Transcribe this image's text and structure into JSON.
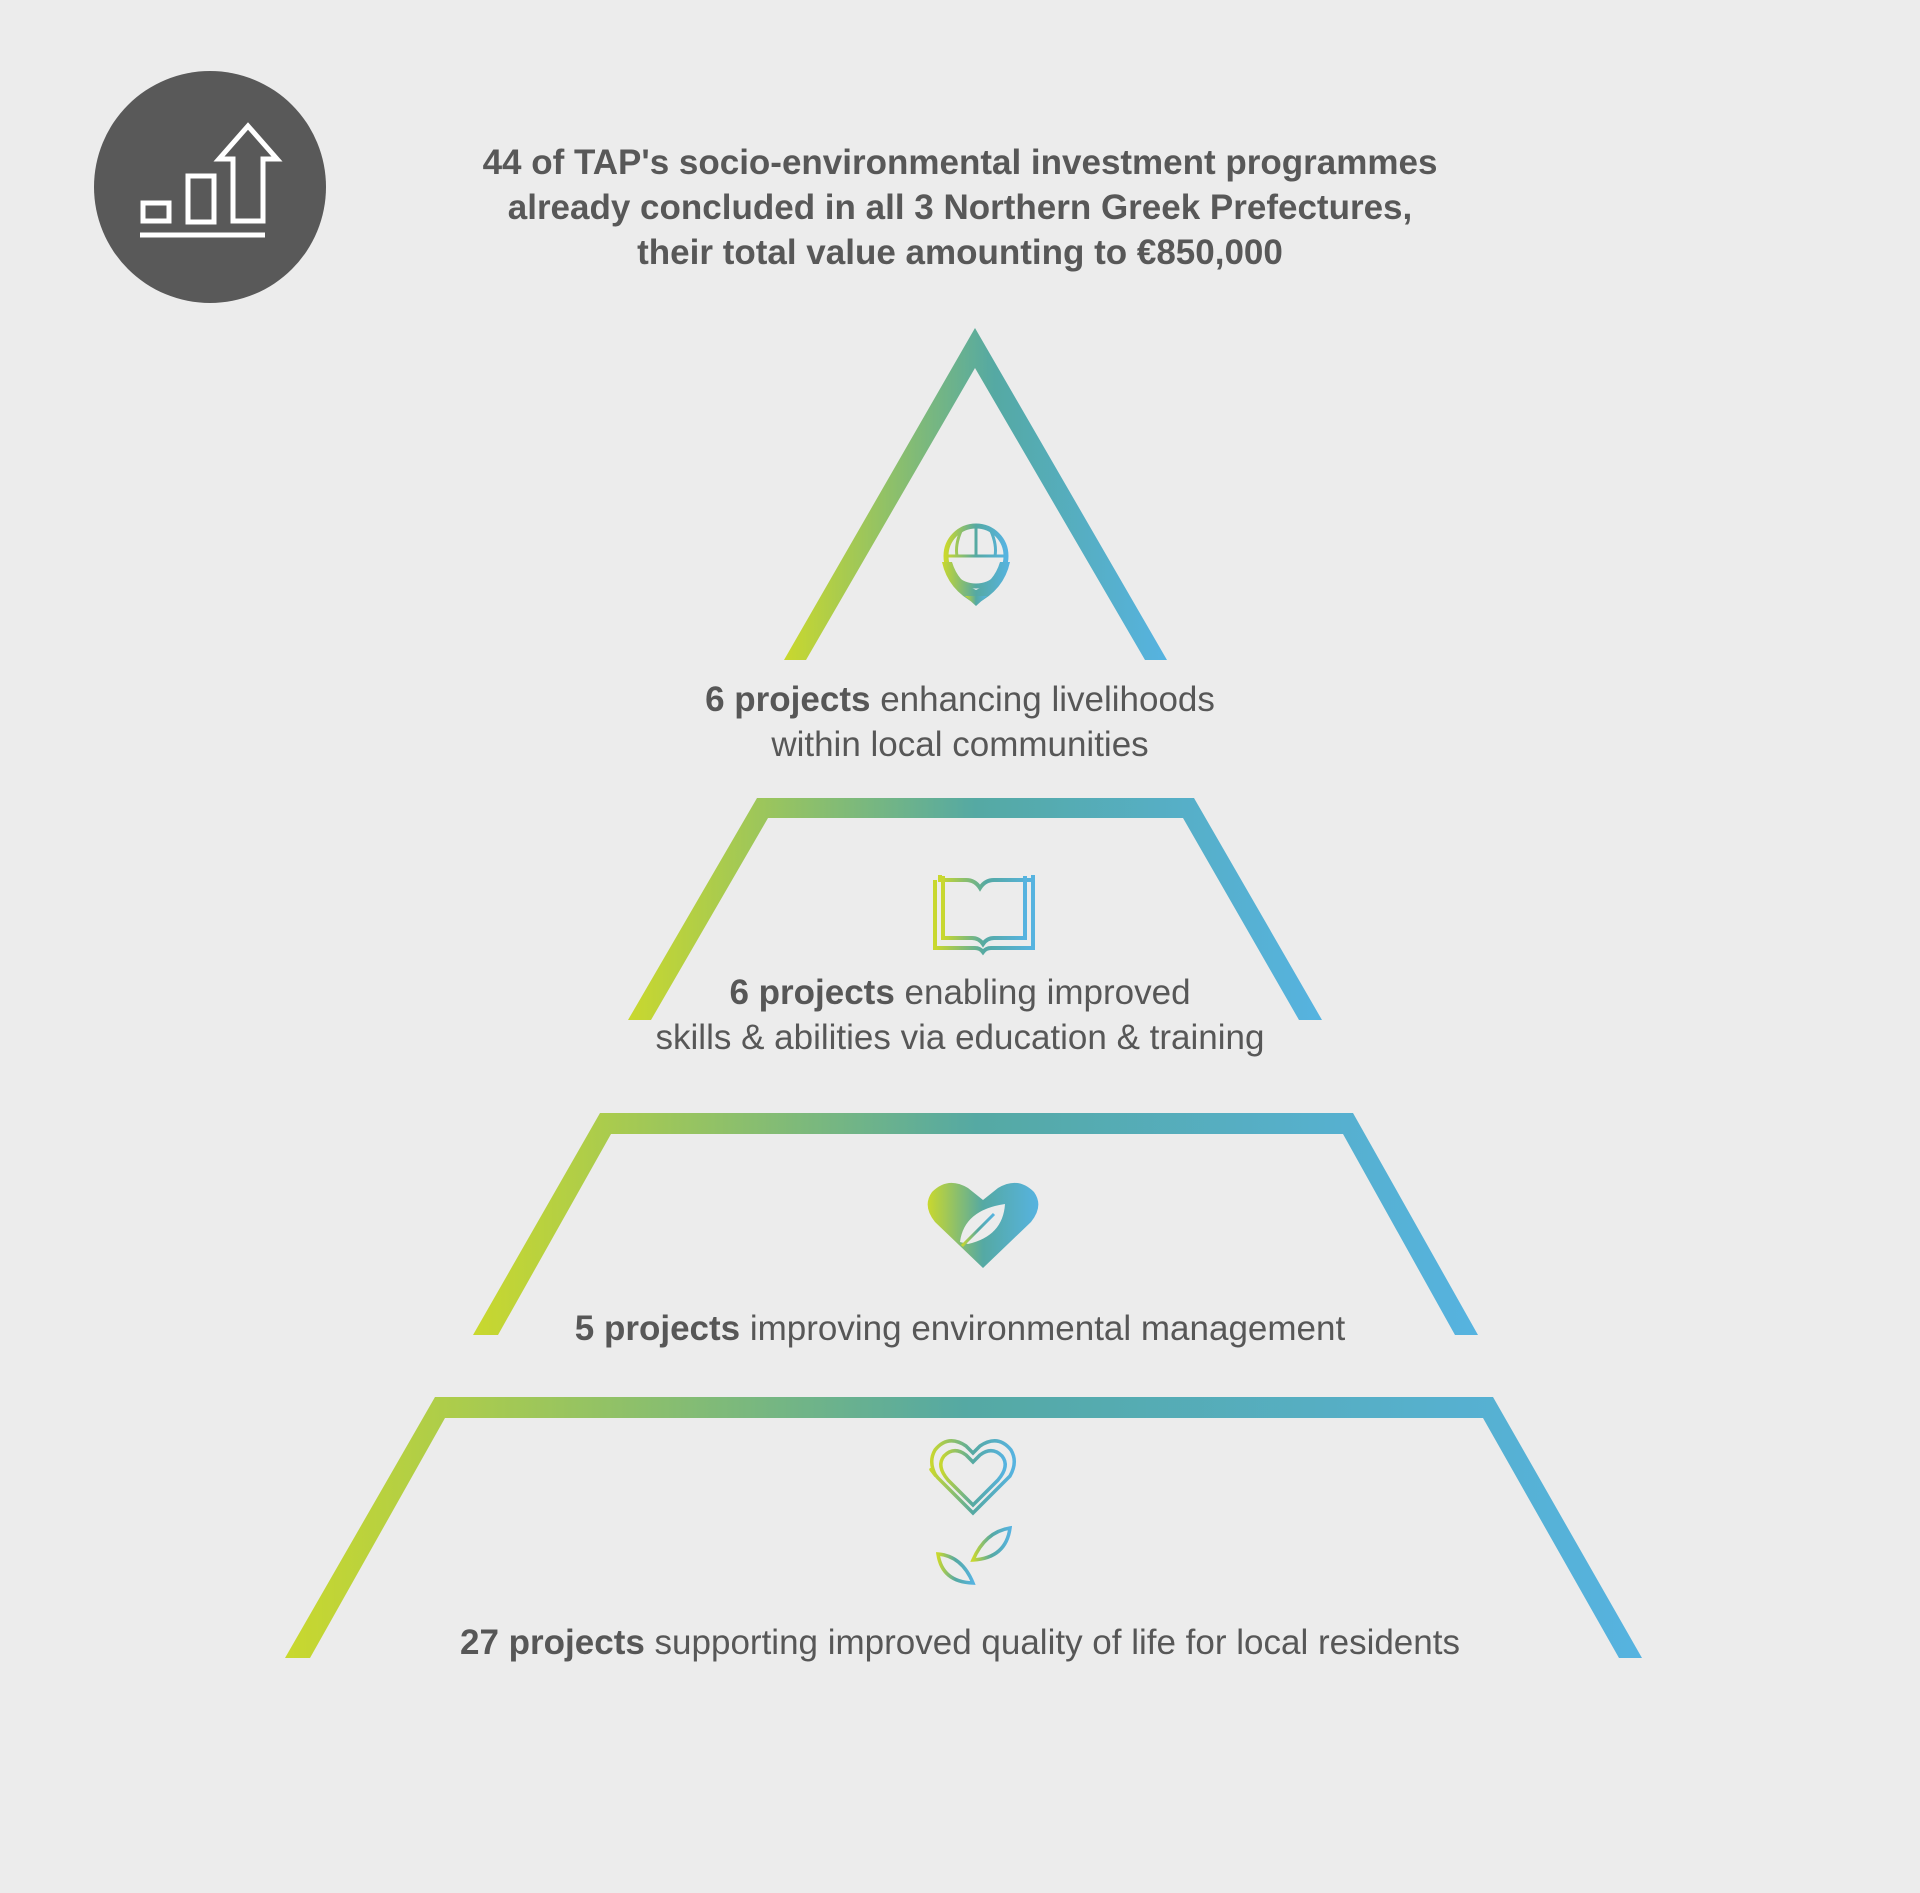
{
  "header": {
    "icon": "growth-chart-icon",
    "icon_bg": "#595959",
    "title_lines": [
      "44 of TAP's socio-environmental investment programmes",
      "already concluded in all 3 Northern Greek Prefectures,",
      "their total value amounting to €850,000"
    ]
  },
  "colors": {
    "gradient_start": "#c9d82e",
    "gradient_mid": "#55a9a3",
    "gradient_end": "#56b3e0",
    "text": "#575757",
    "background": "#ececec"
  },
  "tiers": [
    {
      "icon": "globe-pin-icon",
      "bold": "6 projects",
      "rest_line1": " enhancing livelihoods",
      "line2": "within local communities"
    },
    {
      "icon": "open-book-icon",
      "bold": "6 projects",
      "rest_line1": " enabling improved",
      "line2": "skills & abilities via education & training"
    },
    {
      "icon": "heart-leaf-icon",
      "bold": "5 projects",
      "rest_line1": " improving environmental management",
      "line2": ""
    },
    {
      "icon": "heart-flower-icon",
      "bold": "27 projects",
      "rest_line1": " supporting improved quality of life for local residents",
      "line2": ""
    }
  ]
}
